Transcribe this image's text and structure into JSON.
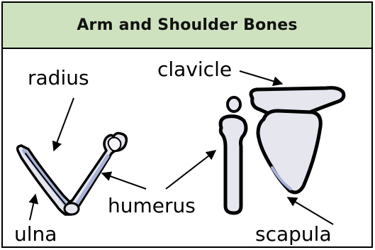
{
  "title": "Arm and Shoulder Bones",
  "labels": {
    "radius": "radius",
    "ulna": "ulna",
    "humerus": "humerus",
    "clavicle": "clavicle",
    "scapula": "scapula"
  },
  "colors": {
    "header_bg": "#cfe2bf",
    "bone_fill": "#e6e6ef",
    "bone_shade": "#a9b3d9",
    "outline": "#000000"
  }
}
